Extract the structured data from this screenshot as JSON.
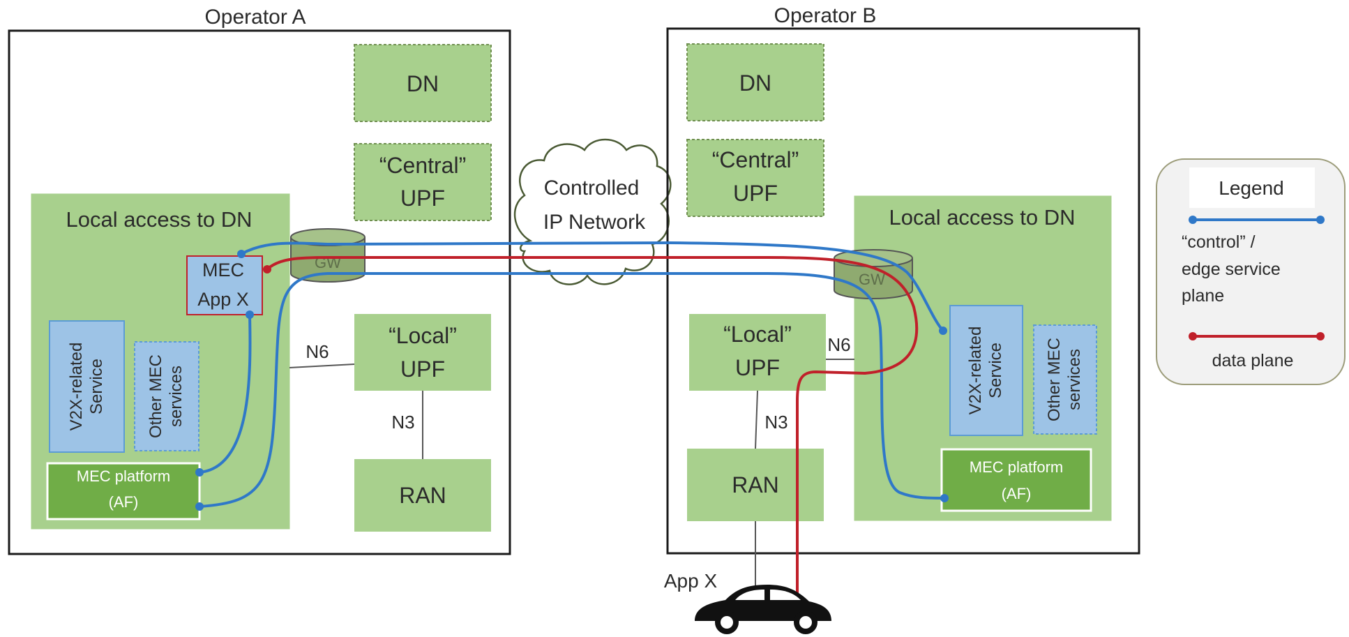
{
  "operators": {
    "a_title": "Operator A",
    "b_title": "Operator B"
  },
  "operator_a": {
    "dn": "DN",
    "central_upf_line1": "“Central”",
    "central_upf_line2": "UPF",
    "local_access": "Local access to DN",
    "gw": "GW",
    "mec_app_line1": "MEC",
    "mec_app_line2": "App X",
    "v2x_line1": "V2X-related",
    "v2x_line2": "Service",
    "other_mec_line1": "Other MEC",
    "other_mec_line2": "services",
    "mec_platform_line1": "MEC platform",
    "mec_platform_line2": "(AF)",
    "local_upf_line1": "“Local”",
    "local_upf_line2": "UPF",
    "n6": "N6",
    "n3": "N3",
    "ran": "RAN"
  },
  "cloud": {
    "line1": "Controlled",
    "line2": "IP Network"
  },
  "operator_b": {
    "dn": "DN",
    "central_upf_line1": "“Central”",
    "central_upf_line2": "UPF",
    "local_access": "Local access to DN",
    "gw": "GW",
    "local_upf_line1": "“Local”",
    "local_upf_line2": "UPF",
    "n6": "N6",
    "n3": "N3",
    "ran": "RAN",
    "v2x_line1": "V2X-related",
    "v2x_line2": "Service",
    "other_mec_line1": "Other MEC",
    "other_mec_line2": "services",
    "mec_platform_line1": "MEC platform",
    "mec_platform_line2": "(AF)"
  },
  "vehicle": {
    "label": "App X"
  },
  "legend": {
    "title": "Legend",
    "control_line1": "“control” /",
    "control_line2": "edge service",
    "control_line3": "plane",
    "data_label": "data plane"
  },
  "colors": {
    "control_plane": "#2f78c8",
    "data_plane": "#c0202a",
    "green_box": "#a8d08d",
    "mec_platform": "#70ad47",
    "blue_box": "#9dc3e6"
  }
}
